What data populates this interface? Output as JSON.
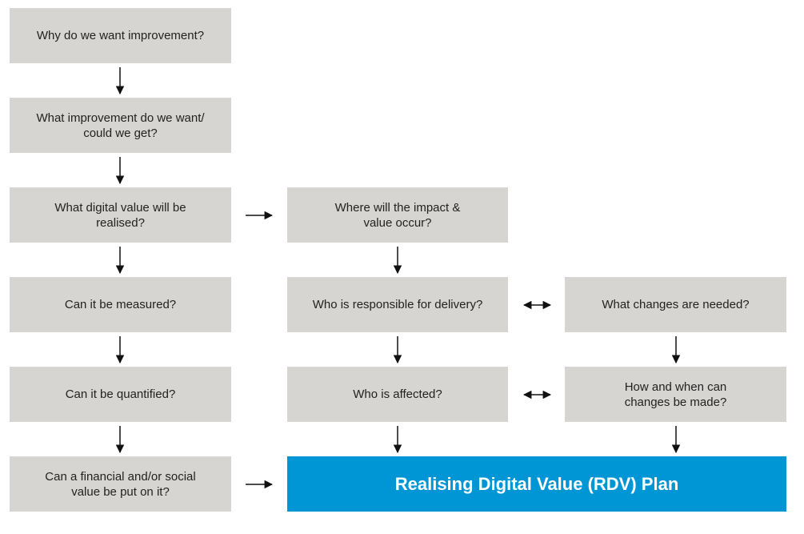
{
  "nodes": {
    "why_improvement": "Why do we want improvement?",
    "what_improvement": "What improvement do we want/\ncould we get?",
    "digital_value": "What digital value will be\nrealised?",
    "measured": "Can it be measured?",
    "quantified": "Can it be quantified?",
    "financial_social": "Can a financial and/or social\nvalue be put on it?",
    "impact_where": "Where will the impact &\nvalue occur?",
    "responsible": "Who is responsible for delivery?",
    "affected": "Who is affected?",
    "changes_needed": "What changes are needed?",
    "changes_when": "How and when can\nchanges be made?",
    "plan": "Realising Digital Value (RDV) Plan"
  },
  "colors": {
    "box": "#d6d5d1",
    "plan": "#0096d6",
    "arrow": "#111111"
  }
}
